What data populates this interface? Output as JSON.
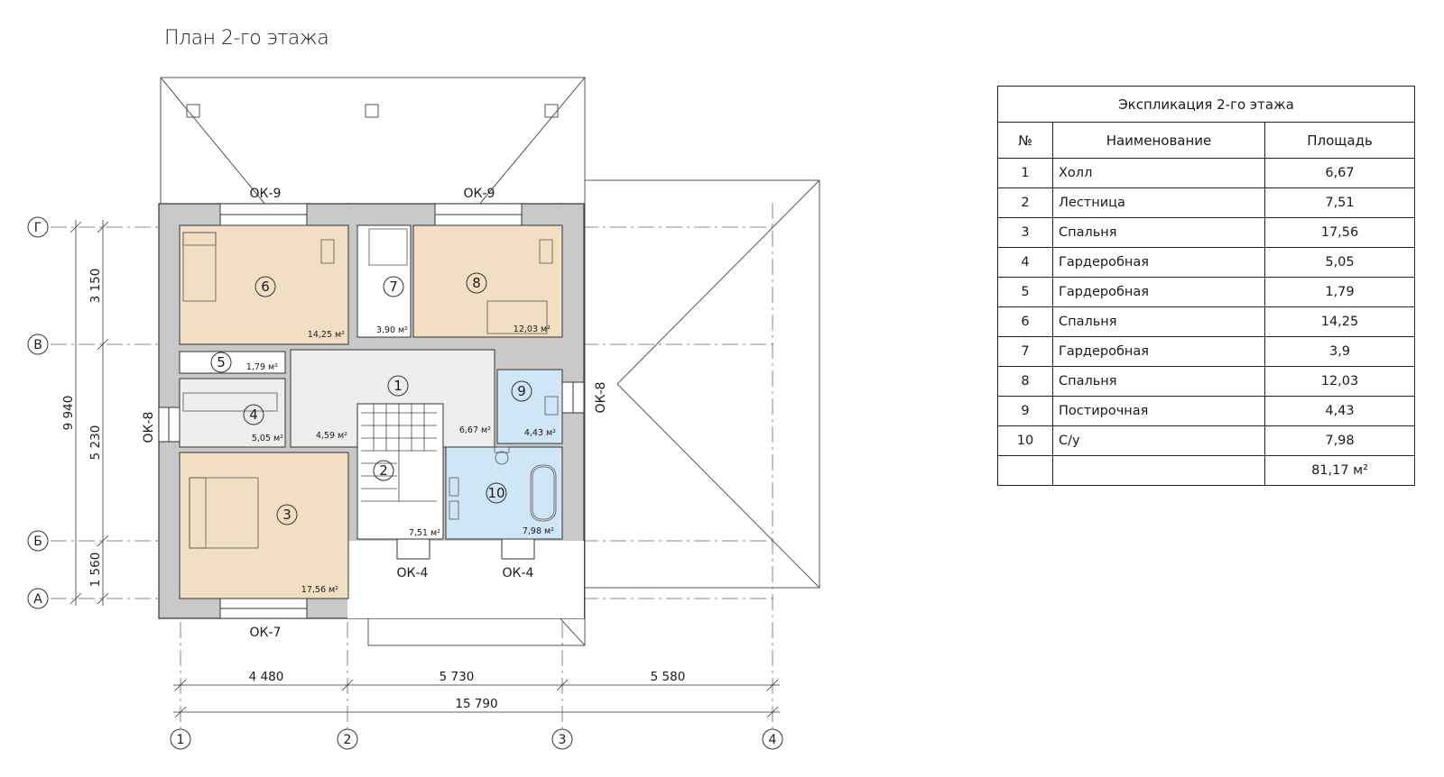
{
  "title": "План 2-го этажа",
  "plan": {
    "rooms": [
      {
        "num": "1",
        "area": "6,67 м²"
      },
      {
        "num": "2",
        "area": "7,51 м²"
      },
      {
        "num": "3",
        "area": "17,56 м²"
      },
      {
        "num": "4",
        "area": "5,05 м²"
      },
      {
        "num": "5",
        "area": "1,79 м²"
      },
      {
        "num": "6",
        "area": "14,25 м²"
      },
      {
        "num": "7",
        "area": "3,90 м²"
      },
      {
        "num": "8",
        "area": "12,03 м²"
      },
      {
        "num": "9",
        "area": "4,43 м²"
      },
      {
        "num": "10",
        "area": "7,98 м²"
      }
    ],
    "extra_area": "4,59 м²",
    "windows": {
      "ok9_left": "ОК-9",
      "ok9_right": "ОК-9",
      "ok8_left": "ОК-8",
      "ok8_right": "ОК-8",
      "ok4_left": "ОК-4",
      "ok4_right": "ОК-4",
      "ok7": "ОК-7"
    },
    "axes_letters": [
      "Г",
      "В",
      "Б",
      "А"
    ],
    "axes_numbers": [
      "1",
      "2",
      "3",
      "4"
    ],
    "dims_vertical": {
      "d1": "3 150",
      "d2": "5 230",
      "d3": "1 560",
      "total": "9 940"
    },
    "dims_horizontal": {
      "d1": "4 480",
      "d2": "5 730",
      "d3": "5 580",
      "total": "15 790"
    }
  },
  "explication": {
    "caption": "Экспликация 2-го этажа",
    "headers": [
      "№",
      "Наименование",
      "Площадь"
    ],
    "rows": [
      {
        "n": "1",
        "name": "Холл",
        "area": "6,67"
      },
      {
        "n": "2",
        "name": "Лестница",
        "area": "7,51"
      },
      {
        "n": "3",
        "name": "Спальня",
        "area": "17,56"
      },
      {
        "n": "4",
        "name": "Гардеробная",
        "area": "5,05"
      },
      {
        "n": "5",
        "name": "Гардеробная",
        "area": "1,79"
      },
      {
        "n": "6",
        "name": "Спальня",
        "area": "14,25"
      },
      {
        "n": "7",
        "name": "Гардеробная",
        "area": "3,9"
      },
      {
        "n": "8",
        "name": "Спальня",
        "area": "12,03"
      },
      {
        "n": "9",
        "name": "Постирочная",
        "area": "4,43"
      },
      {
        "n": "10",
        "name": "С/у",
        "area": "7,98"
      }
    ],
    "total": "81,17 м²"
  },
  "colors": {
    "wall": "#c8c8c8",
    "bedroom": "#f2dfc3",
    "wet": "#cfe6f7",
    "hall": "#ededed"
  }
}
